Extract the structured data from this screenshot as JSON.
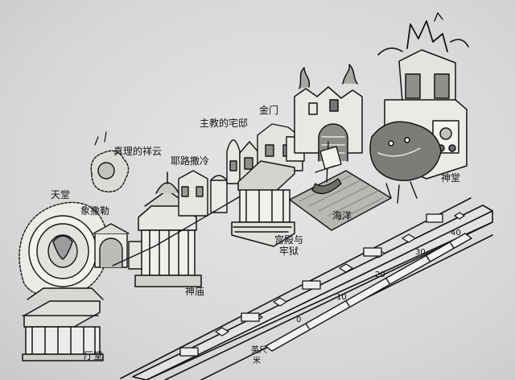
{
  "labels": {
    "tiantang": "天堂",
    "xiangsale": "象撒勒",
    "zhenli": "真理的祥云",
    "yelu": "耶路撒冷",
    "zhujiao": "主教的宅邸",
    "jinmen": "金门",
    "haiyang": "海洋",
    "gongdian_line1": "宫殿与",
    "gongdian_line2": "牢狱",
    "shenmiao": "神庙",
    "tingtang": "厅堂",
    "shentang": "神堂",
    "yingchi": "英尺",
    "mi": "米"
  },
  "scale_ticks": [
    "0",
    "10",
    "20",
    "30",
    "40"
  ]
}
